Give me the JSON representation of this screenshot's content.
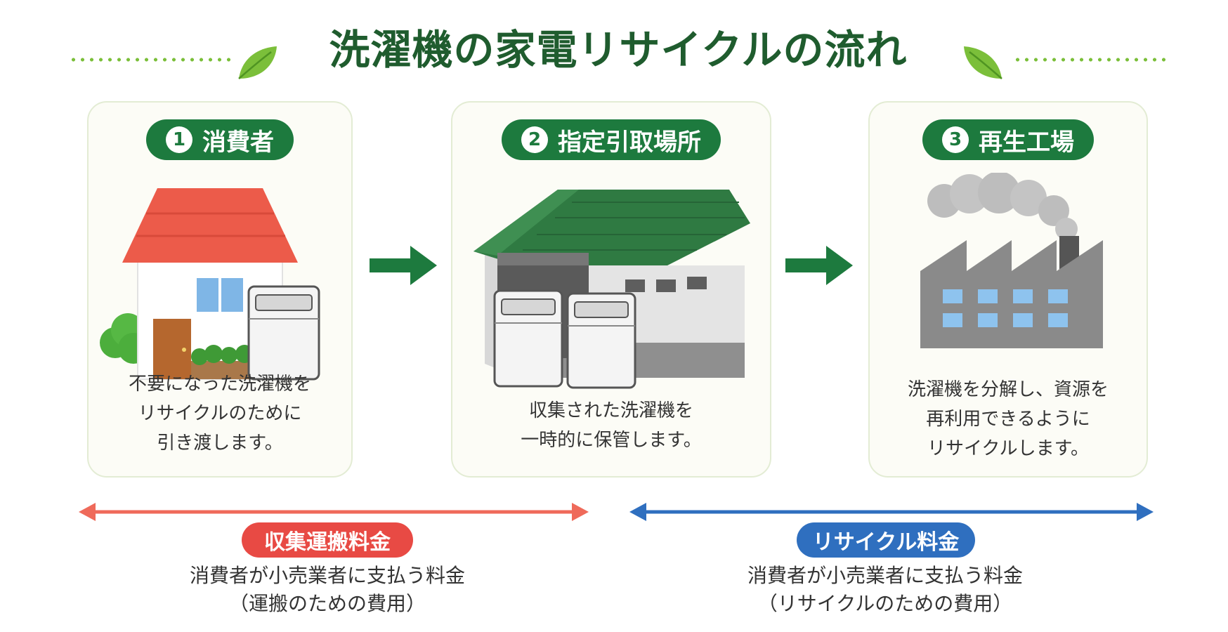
{
  "title": "洗濯機の家電リサイクルの流れ",
  "colors": {
    "title": "#1f5c2e",
    "step_green": "#1d7a3e",
    "dots": "#7bbf3a",
    "card_border": "#e3ecd4",
    "collection_fee": "#e84a44",
    "recycling_fee": "#2f6fbf"
  },
  "steps": [
    {
      "number": "1",
      "label": "消費者",
      "icon": "house-with-washing-machine",
      "description": [
        "不要になった洗濯機を",
        "リサイクルのために",
        "引き渡します。"
      ]
    },
    {
      "number": "2",
      "label": "指定引取場所",
      "icon": "warehouse-with-washing-machines",
      "description": [
        "収集された洗濯機を",
        "一時的に保管します。"
      ]
    },
    {
      "number": "3",
      "label": "再生工場",
      "icon": "factory-with-smoke",
      "description": [
        "洗濯機を分解し、資源を",
        "再利用できるように",
        "リサイクルします。"
      ]
    }
  ],
  "fees": [
    {
      "label": "収集運搬料金",
      "color": "#e84a44",
      "description": [
        "消費者が小売業者に支払う料金",
        "（運搬のための費用）"
      ]
    },
    {
      "label": "リサイクル料金",
      "color": "#2f6fbf",
      "description": [
        "消費者が小売業者に支払う料金",
        "（リサイクルのための費用）"
      ]
    }
  ]
}
